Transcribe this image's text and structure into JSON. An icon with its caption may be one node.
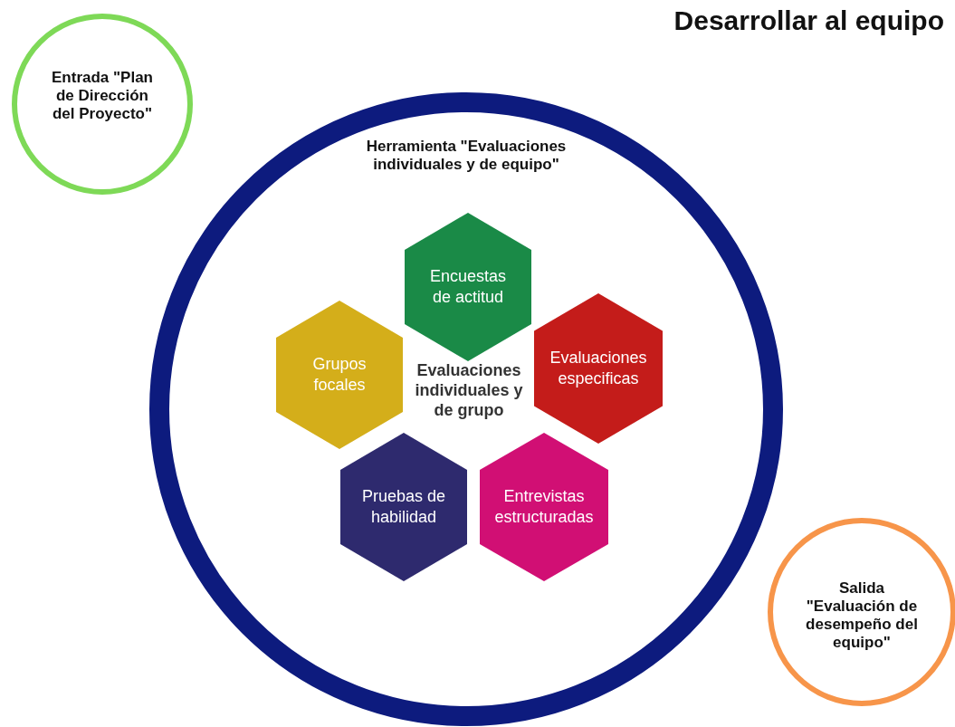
{
  "diagram": {
    "title": "Desarrollar al equipo",
    "nodes": [
      {
        "text": [
          "Entrada \"Plan de Dirección del Proyecto\""
        ]
      },
      {
        "text": [
          "Herramienta \"Evaluaciones individuales y de equipo\""
        ]
      },
      {
        "text": [
          "Encuestas de actitud"
        ],
        "in": 1
      },
      {
        "text": [
          "Grupos focales"
        ],
        "in": 1
      },
      {
        "text": [
          "Evaluaciones especificas"
        ],
        "in": 1
      },
      {
        "text": [
          "Pruebas de habilidad"
        ],
        "in": 1
      },
      {
        "text": [
          "Entrevistas estructuradas"
        ],
        "in": 1
      },
      {
        "text": [
          "Salida \"Evaluación de desempeño del equipo\""
        ]
      }
    ],
    "labels": [
      "Evaluaciones individuales y de grupo"
    ]
  }
}
